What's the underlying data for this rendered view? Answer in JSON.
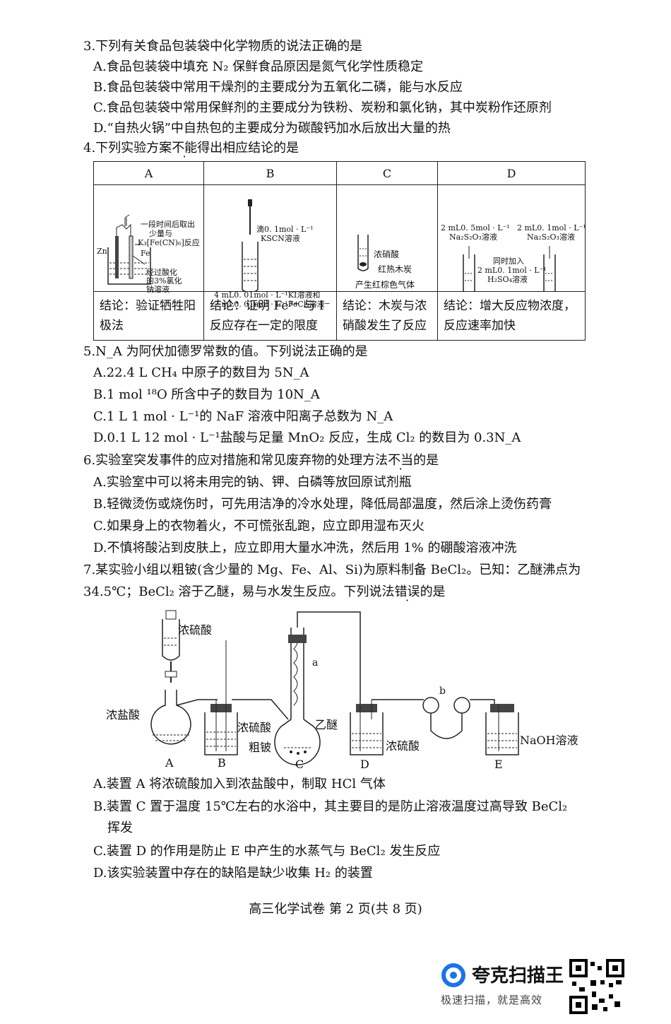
{
  "q3": {
    "stem": "3.下列有关食品包装袋中化学物质的说法正确的是",
    "A": "A.食品包装袋中填充 N₂ 保鲜食品原因是氮气化学性质稳定",
    "B": "B.食品包装袋中常用干燥剂的主要成分为五氧化二磷，能与水反应",
    "C": "C.食品包装袋中常用保鲜剂的主要成分为铁粉、炭粉和氯化钠，其中炭粉作还原剂",
    "D": "D.“自热火锅”中自热包的主要成分为碳酸钙加水后放出大量的热"
  },
  "q4": {
    "stem_pre": "4.下列实验方案",
    "stem_em": "不能",
    "stem_post": "得出相应结论的是",
    "headers": [
      "A",
      "B",
      "C",
      "D"
    ],
    "figA": {
      "l1": "一段时间后取出",
      "l2": "少量与",
      "l3": "K₃[Fe(CN)₆]反应",
      "zn": "Zn",
      "fe": "Fe",
      "s1": "经过酸化",
      "s2": "的3%氯化",
      "s3": "钠溶液"
    },
    "figB": {
      "l1": "滴0. 1mol · L⁻¹",
      "l2": "KSCN溶液",
      "l3": "4 mL0. 01mol · L⁻¹KI溶液和",
      "l4": "2 mL0. 01mol · L⁻¹FeCl₃溶液"
    },
    "figC": {
      "l1": "浓硝酸",
      "l2": "红热木炭",
      "l3": "产生红棕色气体"
    },
    "figD": {
      "l1": "2 mL0. 5mol · L⁻¹",
      "l2": "Na₂S₂O₃溶液",
      "l3": "2 mL0. 1mol · L⁻¹",
      "l4": "Na₂S₂O₃溶液",
      "l5": "同时加入",
      "l6": "2 mL0. 1mol · L⁻¹",
      "l7": "H₂SO₄溶液"
    },
    "conclusions": [
      "结论：验证牺牲阳极法",
      "结论：证明 Fe³⁺ 与 I⁻ 反应存在一定的限度",
      "结论：木炭与浓硝酸发生了反应",
      "结论：增大反应物浓度，反应速率加快"
    ]
  },
  "q5": {
    "stem": "5.N_A 为阿伏加德罗常数的值。下列说法正确的是",
    "A": "A.22.4 L CH₄ 中原子的数目为 5N_A",
    "B": "B.1 mol ¹⁸O 所含中子的数目为 10N_A",
    "C": "C.1 L 1 mol · L⁻¹的 NaF 溶液中阳离子总数为 N_A",
    "D": "D.0.1 L 12 mol · L⁻¹盐酸与足量 MnO₂ 反应，生成 Cl₂ 的数目为 0.3N_A"
  },
  "q6": {
    "stem_pre": "6.实验室突发事件的应对措施和常见废弃物的处理方法",
    "stem_em": "不当",
    "stem_post": "的是",
    "A": "A.实验室中可以将未用完的钠、钾、白磷等放回原试剂瓶",
    "B": "B.轻微烫伤或烧伤时，可先用洁净的冷水处理，降低局部温度，然后涂上烫伤药膏",
    "C": "C.如果身上的衣物着火，不可慌张乱跑，应立即用湿布灭火",
    "D": "D.不慎将酸沾到皮肤上，应立即用大量水冲洗，然后用 1% 的硼酸溶液冲洗"
  },
  "q7": {
    "stem1": "7.某实验小组以粗铍(含少量的 Mg、Fe、Al、Si)为原料制备 BeCl₂。已知：乙醚沸点为",
    "stem2_pre": "34.5℃；BeCl₂ 溶于乙醚，易与水发生反应。下列说法",
    "stem2_em": "错误",
    "stem2_post": "的是",
    "fig": {
      "h2so4_top": "浓硫酸",
      "hcl": "浓盐酸",
      "h2so4_b": "浓硫酸",
      "crude_be": "粗铍",
      "ether": "乙醚",
      "a": "a",
      "b": "b",
      "h2so4_d": "浓硫酸",
      "naoh": "NaOH溶液",
      "A": "A",
      "B": "B",
      "C": "C",
      "D": "D",
      "E": "E"
    },
    "A": "A.装置 A 将浓硫酸加入到浓盐酸中，制取 HCl 气体",
    "B1": "B.装置 C 置于温度 15℃左右的水浴中，其主要目的是防止溶液温度过高导致 BeCl₂",
    "B2": "挥发",
    "C": "C.装置 D 的作用是防止 E 中产生的水蒸气与 BeCl₂ 发生反应",
    "D": "D.该实验装置中存在的缺陷是缺少收集 H₂ 的装置"
  },
  "footer": "高三化学试卷 第  2  页(共 8 页)",
  "brand": {
    "name": "夸克扫描王",
    "slogan": "极速扫描，就是高效"
  }
}
